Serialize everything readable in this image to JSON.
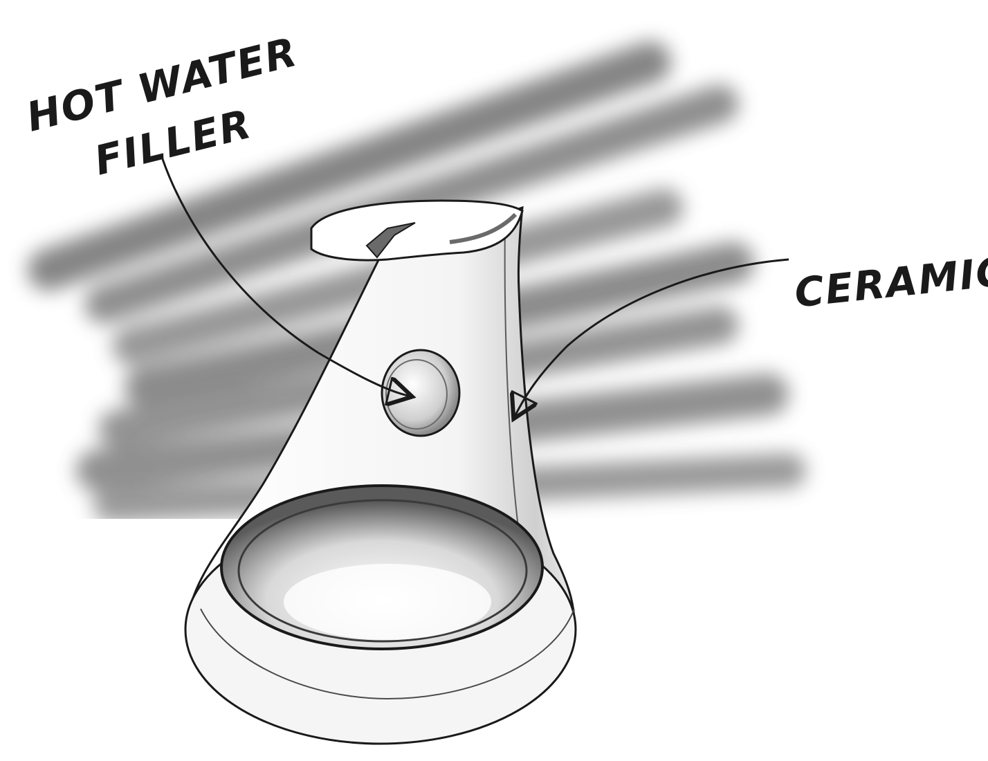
{
  "labels": {
    "hot_water_line1": "HOT WATER",
    "hot_water_line2": "FILLER",
    "ceramic": "CERAMIC"
  },
  "colors": {
    "ink": "#1a1a1a",
    "marker_shadow": "#7a7a7a",
    "paper": "#ffffff",
    "ceramic_body": "#f2f2f2"
  }
}
